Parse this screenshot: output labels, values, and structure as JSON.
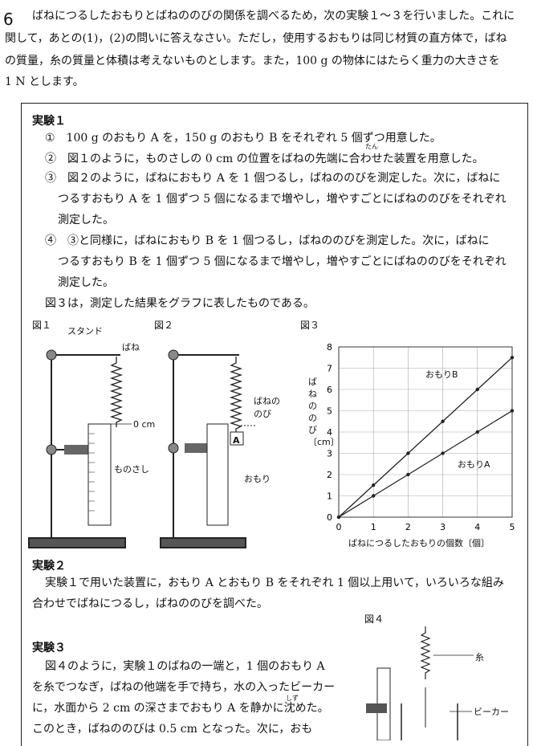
{
  "question": {
    "number": "6",
    "intro": [
      "ばねにつるしたおもりとばねののびの関係を調べるため，次の実験１～３を行いました。これに",
      "関して，あとの(1)，(2)の問いに答えなさい。ただし，使用するおもりは同じ材質の直方体で，ばね",
      "の質量，糸の質量と体積は考えないものとします。また，100 g の物体にはたらく重力の大きさを",
      "1 N とします。"
    ]
  },
  "exp1": {
    "title": "実験１",
    "steps": [
      "①　100 g のおもり A を，150 g のおもり B をそれぞれ 5 個ずつ用意した。",
      "②　図１のように，ものさしの 0 cm の位置をばねの先端に合わせた装置を用意した。",
      "③　図２のように，ばねにおもり A を 1 個つるし，ばねののびを測定した。次に，ばねに",
      "つるすおもり A を 1 個ずつ 5 個になるまで増やし，増やすごとにばねののびをそれぞれ",
      "測定した。",
      "④　③と同様に，ばねにおもり B を 1 個つるし，ばねののびを測定した。次に，ばねに",
      "つるすおもり B を 1 個ずつ 5 個になるまで増やし，増やすごとにばねののびをそれぞれ",
      "測定した。"
    ],
    "note": "図３は，測定した結果をグラフに表したものである。",
    "ruby": "たん"
  },
  "fig1": {
    "label": "図１",
    "stand": "スタンド",
    "spring": "ばね",
    "zero": "0 cm",
    "ruler": "ものさし"
  },
  "fig2": {
    "label": "図２",
    "extension": "ばねの\nのび",
    "weight": "おもり",
    "tag": "A"
  },
  "fig3": {
    "label": "図３",
    "ylabel": "ばねののび〔cm〕",
    "xlabel": "ばねにつるしたおもりの個数〔個〕",
    "lineA": "おもりA",
    "lineB": "おもりB"
  },
  "chart_data": {
    "type": "line",
    "x": [
      0,
      1,
      2,
      3,
      4,
      5
    ],
    "xlim": [
      0,
      5
    ],
    "ylim": [
      0,
      8
    ],
    "xticks": [
      "0",
      "1",
      "2",
      "3",
      "4",
      "5"
    ],
    "yticks": [
      "0",
      "1",
      "2",
      "3",
      "4",
      "5",
      "6",
      "7",
      "8"
    ],
    "xlabel": "ばねにつるしたおもりの個数〔個〕",
    "ylabel": "ばねののび〔cm〕",
    "grid": true,
    "series": [
      {
        "name": "おもりA",
        "values": [
          0,
          1,
          2,
          3,
          4,
          5
        ]
      },
      {
        "name": "おもりB",
        "values": [
          0,
          1.5,
          3,
          4.5,
          6,
          7.5
        ]
      }
    ]
  },
  "exp2": {
    "title": "実験２",
    "lines": [
      "実験１で用いた装置に，おもり A とおもり B をそれぞれ 1 個以上用いて，いろいろな組み",
      "合わせでばねにつるし，ばねののびを調べた。"
    ]
  },
  "fig4": {
    "label": "図４",
    "string": "糸",
    "beaker": "ビーカー"
  },
  "exp3": {
    "title": "実験３",
    "lines": [
      "図４のように，実験１のばねの一端と，1 個のおもり A",
      "を糸でつなぎ，ばねの他端を手で持ち，水の入ったビーカー",
      "に，水面から 2 cm の深さまでおもり A を静かに沈めた。",
      "このとき，ばねののびは 0.5 cm となった。次に，おも"
    ],
    "ruby": "しず"
  }
}
